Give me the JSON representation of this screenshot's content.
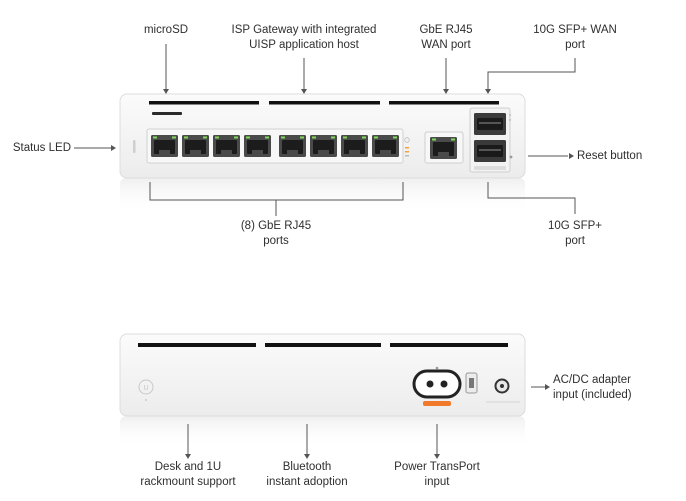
{
  "front_labels": {
    "microsd": [
      "microSD"
    ],
    "isp_gateway": [
      "ISP Gateway with integrated",
      "UISP application host"
    ],
    "gbe_wan": [
      "GbE RJ45",
      "WAN port"
    ],
    "sfp_wan": [
      "10G SFP+ WAN",
      "port"
    ],
    "status_led": [
      "Status LED"
    ],
    "reset_button": [
      "Reset button"
    ],
    "gbe_ports": [
      "(8) GbE RJ45",
      "ports"
    ],
    "sfp_port": [
      "10G SFP+",
      "port"
    ]
  },
  "back_labels": {
    "ac_dc_adapter": [
      "AC/DC adapter",
      "input (included)"
    ],
    "desk_mount": [
      "Desk and 1U",
      "rackmount support"
    ],
    "bluetooth": [
      "Bluetooth",
      "instant adoption"
    ],
    "power_transport": [
      "Power TransPort",
      "input"
    ]
  },
  "device": {
    "port_count": 8,
    "sfp_count": 2
  },
  "colors": {
    "body": "#f4f4f4",
    "outline": "#d8d8d8",
    "vent": "#111111",
    "port_led_green": "#7ed957",
    "port_led_orange": "#f2a23a",
    "power_badge": "#f07a2a",
    "leader_line": "#555555"
  }
}
